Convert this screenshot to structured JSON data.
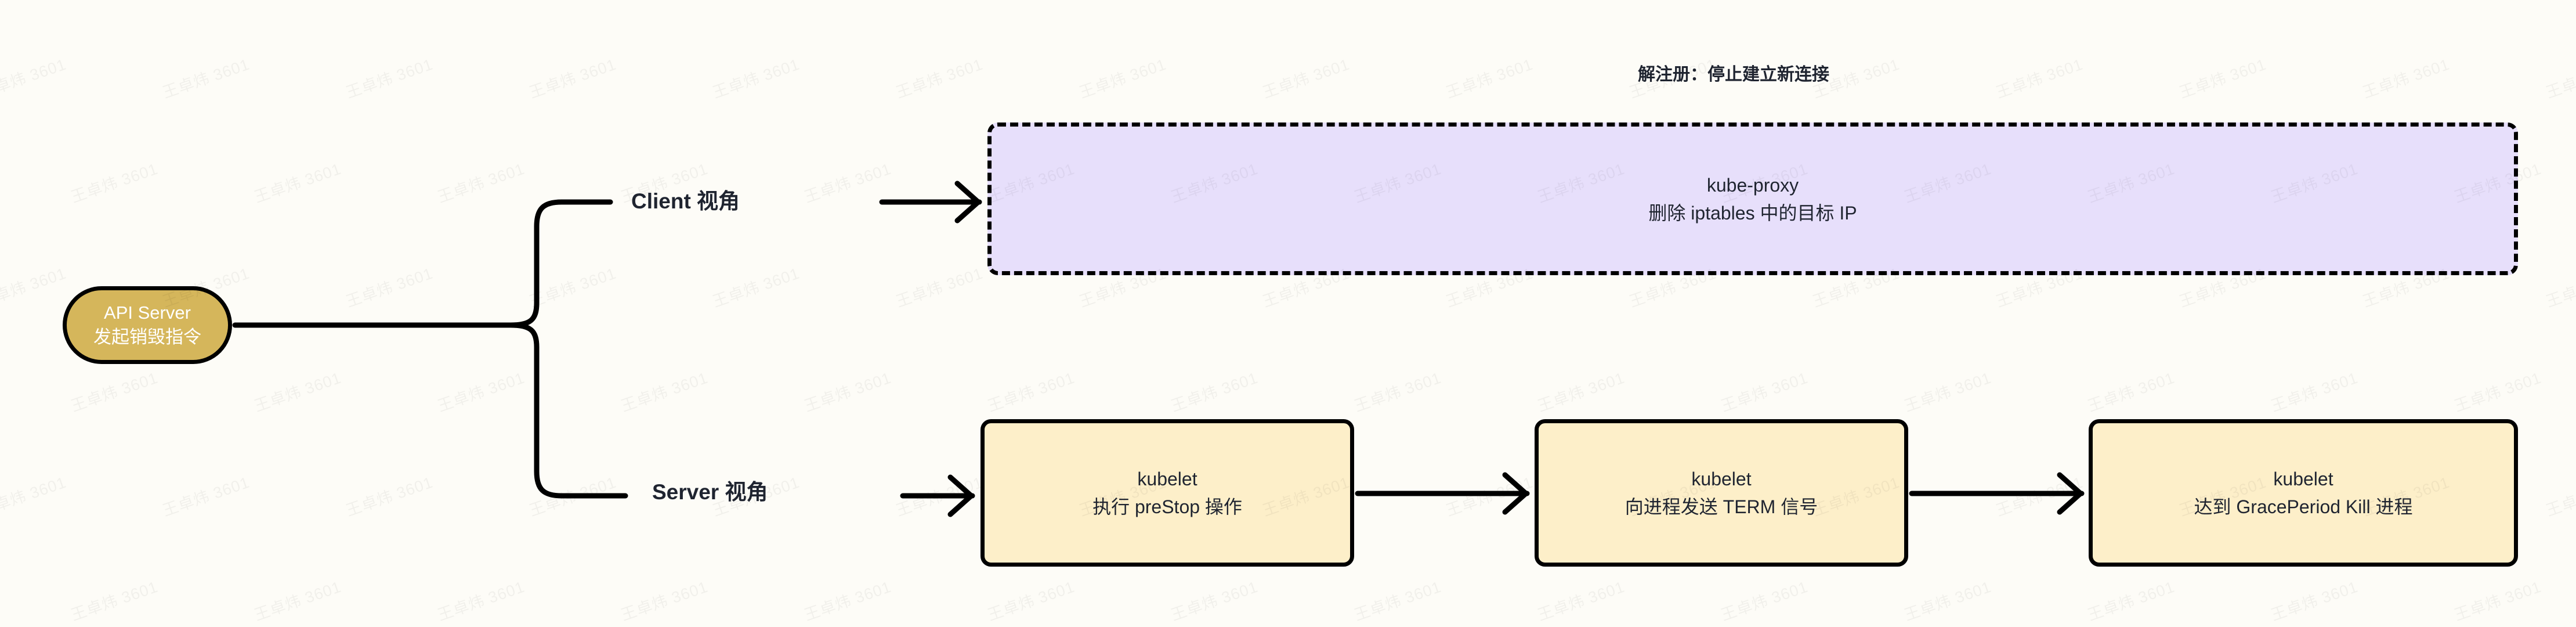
{
  "diagram": {
    "title": "解注册：停止建立新连接",
    "background_color": "#FDFCF7",
    "watermark_text": "王卓炜 3601",
    "colors": {
      "api_server_fill": "#D5B65B",
      "api_server_text": "#FFFFFF",
      "kube_proxy_fill": "#E7DFFB",
      "kubelet_fill": "#FDEFC9",
      "stroke": "#000000",
      "text": "#1F2430"
    },
    "nodes": {
      "api_server": {
        "line1": "API Server",
        "line2": "发起销毁指令",
        "shape": "stadium"
      },
      "kube_proxy": {
        "line1": "kube-proxy",
        "line2": "删除 iptables 中的目标 IP",
        "shape": "dashed-rounded-rect"
      },
      "kubelet_1": {
        "line1": "kubelet",
        "line2": "执行 preStop 操作",
        "shape": "rounded-rect"
      },
      "kubelet_2": {
        "line1": "kubelet",
        "line2": "向进程发送 TERM 信号",
        "shape": "rounded-rect"
      },
      "kubelet_3": {
        "line1": "kubelet",
        "line2": "达到 GracePeriod Kill 进程",
        "shape": "rounded-rect"
      }
    },
    "branches": {
      "client": "Client 视角",
      "server": "Server 视角"
    }
  }
}
